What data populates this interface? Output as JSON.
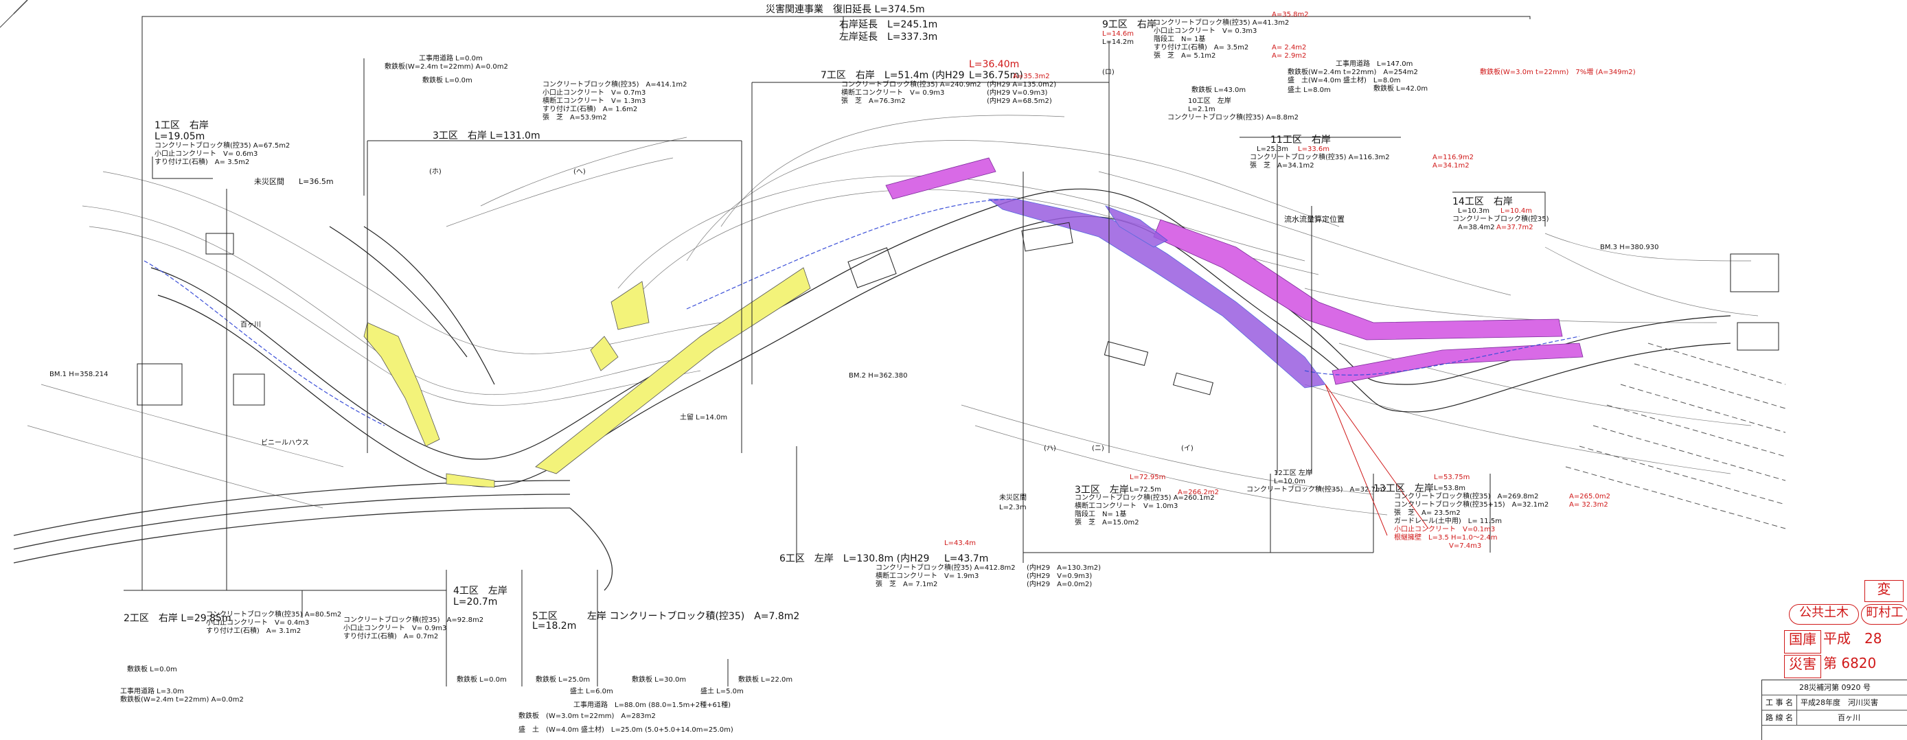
{
  "header": {
    "title": "災害関連事業　復旧延長 L=374.5m",
    "right_bank": "右岸延長　L=245.1m",
    "left_bank": "左岸延長　L=337.3m"
  },
  "benchmarks": {
    "bm1": "BM.1 H=358.214",
    "bm2": "BM.2 H=362.380",
    "bm3": "BM.3 H=380.930"
  },
  "map_labels": {
    "river": "百ヶ川",
    "greenhouse": "ビニールハウス",
    "calc_point": "流水流量算定位置",
    "unrestored": "未災区間",
    "unrestored_len": "L=36.5m",
    "unrestored2": "未災区間",
    "unrestored2_len": "L=2.3m",
    "seg_b": "(ロ)",
    "seg_c": "(ハ)",
    "seg_d": "(ニ)",
    "seg_e": "(ホ)",
    "seg_f": "(ヘ)",
    "seg_a": "(イ)",
    "dobase": "土留 L=14.0m"
  },
  "sections": {
    "s1": {
      "title": "1工区　右岸",
      "len": "L=19.05m",
      "lines": [
        "コンクリートブロック積(控35) A=67.5m2",
        "小口止コンクリート　V= 0.6m3",
        "すり付け工(石積)　A= 3.5m2"
      ]
    },
    "s2": {
      "title": "2工区　右岸 L=29.85m",
      "lines": [
        "コンクリートブロック積(控35) A=80.5m2",
        "小口止コンクリート　V= 0.4m3",
        "すり付け工(石積)　A= 3.1m2"
      ],
      "pave": "敷鉄板 L=0.0m",
      "road": "工事用道路 L=3.0m",
      "road2": "敷鉄板(W=2.4m t=22mm) A=0.0m2"
    },
    "s3": {
      "title": "3工区　右岸 L=131.0m",
      "lines": [
        "コンクリートブロック積(控35)　A=414.1m2",
        "小口止コンクリート　V= 0.7m3",
        "横断工コンクリート　V= 1.3m3",
        "すり付け工(石積)　A= 1.6m2",
        "張　芝　A=53.9m2"
      ]
    },
    "s3l": {
      "title": "3工区　左岸",
      "len_red": "L=72.95m",
      "len": "L=72.5m",
      "lines": [
        "コンクリートブロック積(控35) A=260.1m2",
        "横断工コンクリート　V= 1.0m3",
        "階段工　N= 1基",
        "張　芝　A=15.0m2"
      ],
      "red_note": "A=266.2m2"
    },
    "s4": {
      "title": "4工区　左岸",
      "len": "L=20.7m",
      "lines": [
        "コンクリートブロック積(控35)　A=92.8m2",
        "小口止コンクリート　V= 0.9m3",
        "すり付け工(石積)　A= 0.7m2"
      ]
    },
    "s5": {
      "title": "5工区",
      "len": "L=18.2m",
      "line": "左岸 コンクリートブロック積(控35)　A=7.8m2"
    },
    "s6": {
      "title": "6工区　左岸　L=130.8m (内H29",
      "len": "L=43.7m",
      "len_red": "L=43.4m",
      "lines": [
        "コンクリートブロック積(控35) A=412.8m2",
        "横断工コンクリート　V= 1.9m3",
        "張　芝　A= 7.1m2"
      ],
      "h29": [
        "(内H29　A=130.3m2)",
        "(内H29　V=0.9m3)",
        "(内H29　A=0.0m2)"
      ]
    },
    "s7": {
      "title": "7工区　右岸　L=51.4m (内H29",
      "len": "L=36.75m)",
      "len_red": "L=36.40m",
      "lines": [
        "コンクリートブロック積(控35) A=240.9m2",
        "横断工コンクリート　V= 0.9m3",
        "張　芝　A=76.3m2"
      ],
      "h29": [
        "(内H29 A=135.0m2)",
        "(内H29 V=0.9m3)",
        "(内H29 A=68.5m2)"
      ],
      "red_note": "A=35.3m2"
    },
    "s9": {
      "title": "9工区　右岸",
      "len_red": "L=14.6m",
      "len": "L=14.2m",
      "lines": [
        "コンクリートブロック積(控35) A=41.3m2",
        "小口止コンクリート　V= 0.3m3",
        "階段工　N= 1基",
        "すり付け工(石積)　A= 3.5m2",
        "張　芝　A= 5.1m2"
      ],
      "red": [
        "A=35.8m2",
        "A= 2.4m2",
        "A= 2.9m2"
      ]
    },
    "s10": {
      "title": "10工区　左岸",
      "len": "L=2.1m",
      "line": "コンクリートブロック積(控35) A=8.8m2"
    },
    "s11": {
      "title": "11工区　右岸",
      "len": "L=25.3m",
      "len_red": "L=33.6m",
      "lines": [
        "コンクリートブロック積(控35) A=116.3m2",
        "張　芝　A=34.1m2"
      ],
      "red": [
        "A=116.9m2",
        "A=34.1m2"
      ]
    },
    "s12": {
      "title": "12工区 左岸",
      "len": "L=10.0m",
      "line": "コンクリートブロック積(控35)　A=32.7m2"
    },
    "s13": {
      "title": "13工区　左岸",
      "len_red": "L=53.75m",
      "len": "L=53.8m",
      "lines": [
        "コンクリートブロック積(控35)　A=269.8m2",
        "コンクリートブロック積(控35+15)　A=32.1m2",
        "張　芝　A= 23.5m2",
        "ガードレール(土中用)　L= 11.5m"
      ],
      "red": [
        "A=265.0m2",
        "A= 32.3m2",
        "小口止コンクリート　V=0.1m3",
        "根継擁壁　L=3.5 H=1.0～2.4m",
        "V=7.4m3"
      ]
    },
    "s14": {
      "title": "14工区　右岸",
      "len": "L=10.3m",
      "len_red": "L=10.4m",
      "line": "コンクリートブロック積(控35)",
      "area": "A=38.4m2",
      "area_red": "A=37.7m2"
    }
  },
  "temp_roads": {
    "top_road": "工事用道路 L=0.0m",
    "top_pave": "敷鉄板(W=2.4m t=22mm) A=0.0m2",
    "top_pave_len": "敷鉄板 L=0.0m",
    "right_road": "工事用道路　L=147.0m",
    "right_pave": "敷鉄板(W=2.4m t=22mm)　A=254m2",
    "right_pave_red": "敷鉄板(W=3.0m t=22mm)　7%増 (A=349m2)",
    "right_fill": "盛　土(W=4.0m 盛土材)　L=8.0m",
    "right_fill2": "盛土 L=8.0m",
    "right_pave_len": "敷鉄板 L=42.0m",
    "right_pave_len2": "敷鉄板 L=43.0m",
    "bottom_pave1": "敷鉄板 L=0.0m",
    "bottom_pave2": "敷鉄板 L=25.0m",
    "bottom_pave3": "敷鉄板 L=30.0m",
    "bottom_pave4": "敷鉄板 L=22.0m",
    "bottom_fill1": "盛土 L=6.0m",
    "bottom_fill2": "盛土 L=5.0m",
    "bottom_road": "工事用道路　L=88.0m (88.0=1.5m+2種+61種)",
    "bottom_pave": "敷鉄板　(W=3.0m t=22mm)　A=283m2",
    "bottom_fill": "盛　土　(W=4.0m 盛土材)　L=25.0m (5.0+5.0+14.0m=25.0m)"
  },
  "stamps": {
    "change": "変",
    "public": "公共土木",
    "town": "町村工",
    "kokuko": "国庫",
    "heisei": "平成　28",
    "saigai": "災害",
    "number": "第 6820"
  },
  "title_block": {
    "top": "28災補河第 0920 号",
    "rows": [
      {
        "k": "工 事 名",
        "v": "平成28年度　河川災害"
      },
      {
        "k": "路 線 名",
        "v": "百ヶ川"
      }
    ]
  },
  "colors": {
    "yellow_fill": "#f3f37a",
    "magenta_fill": "#d86ae6",
    "purple_fill": "#9a5ee0",
    "blue_line": "#3a4ed8",
    "red_text": "#d01818"
  }
}
